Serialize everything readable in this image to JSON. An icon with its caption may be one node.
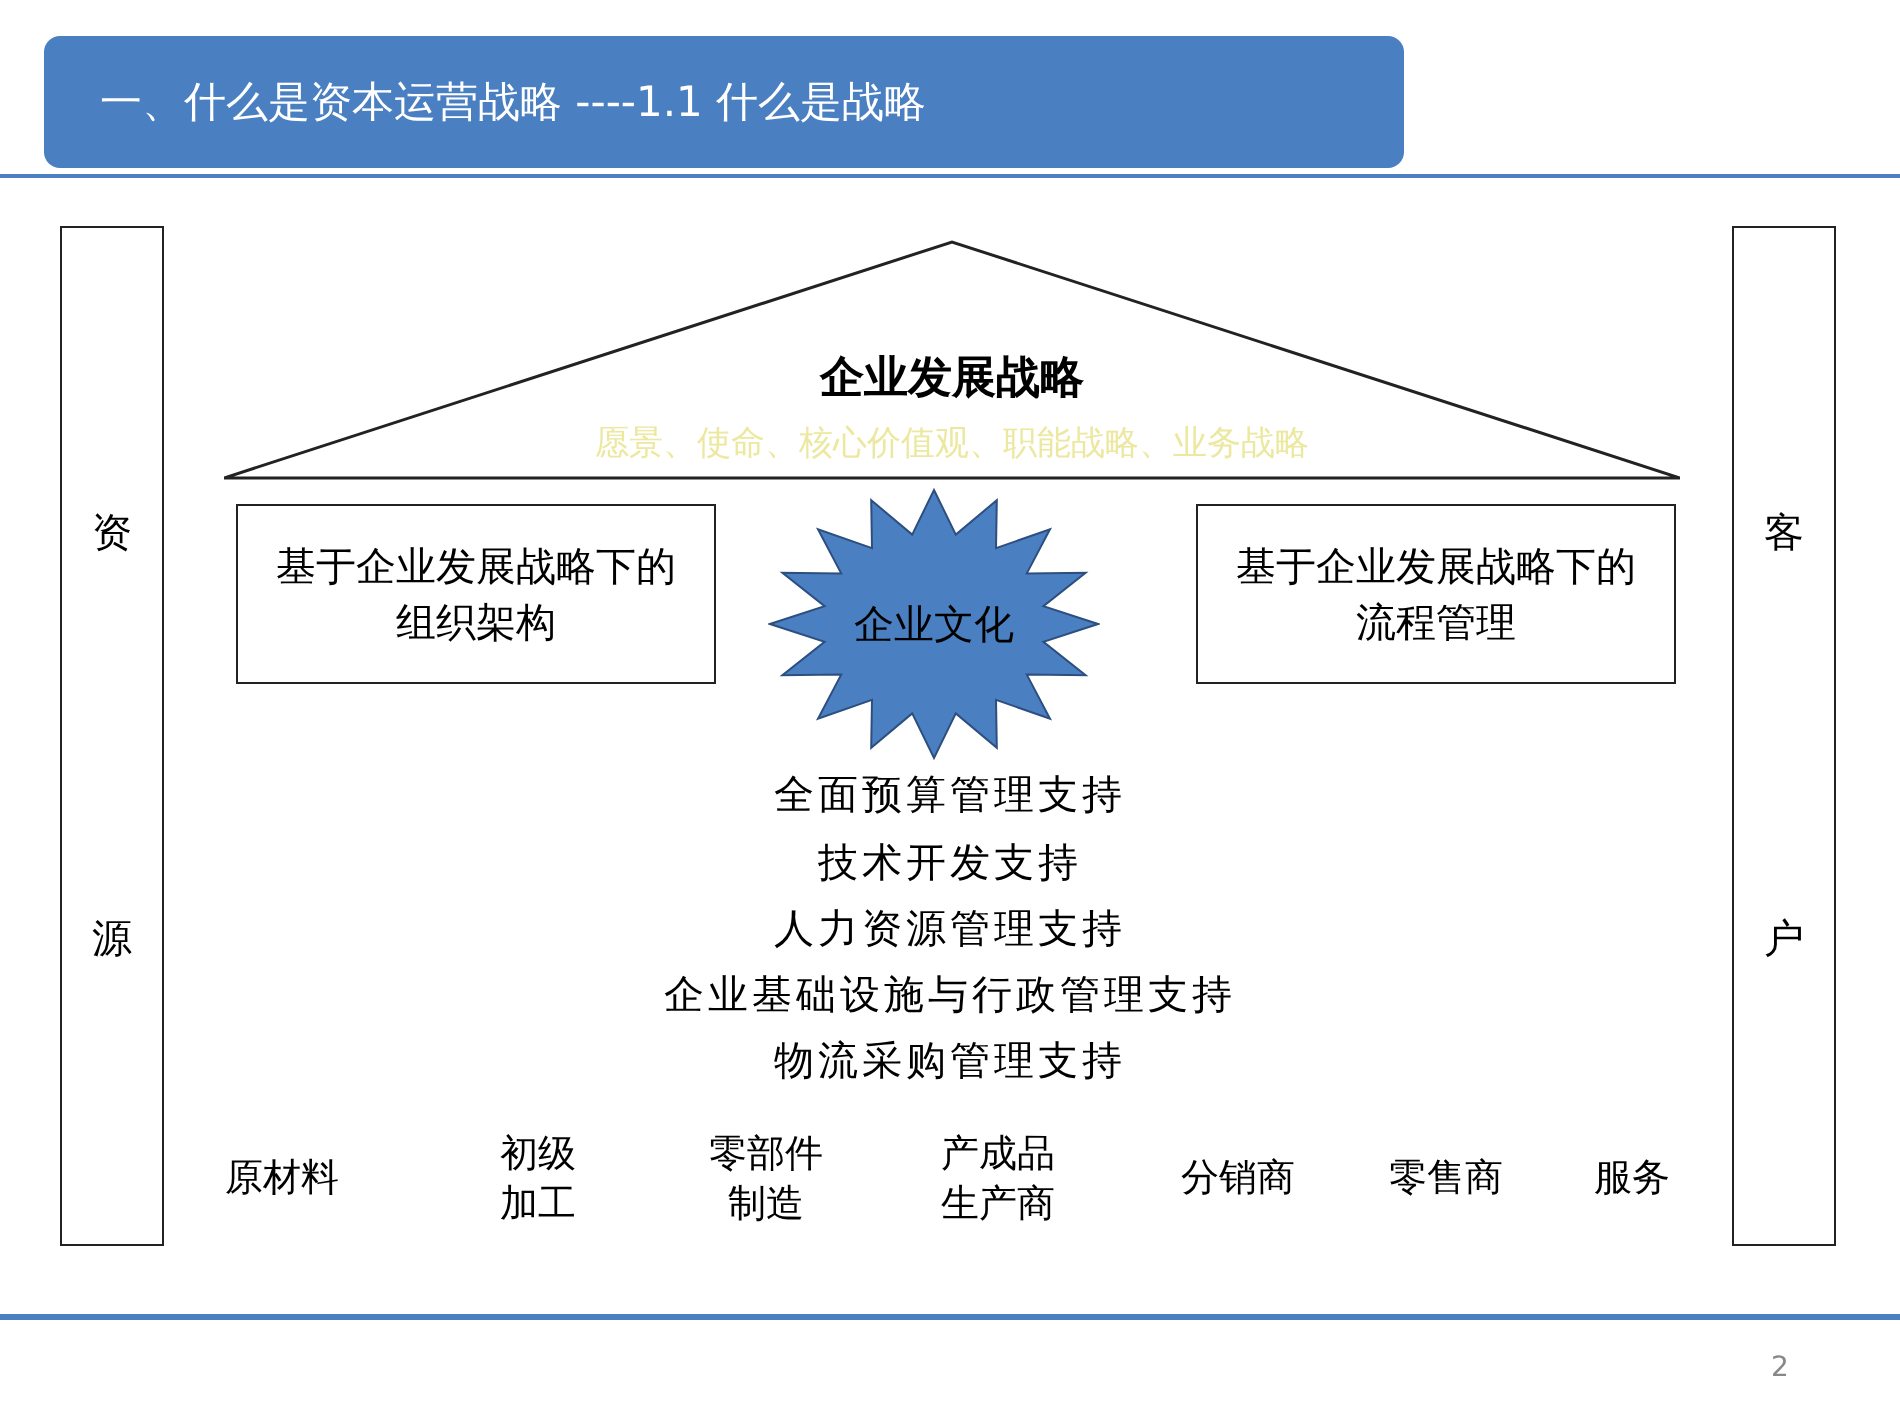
{
  "diagram": {
    "title": "一、什么是资本运营战略 ----1.1 什么是战略",
    "nodes": [
      {
        "text": [
          "资",
          "源"
        ]
      },
      {
        "text": [
          "客",
          "户"
        ]
      },
      {
        "text": [
          "企业发展战略",
          "愿景、使命、核心价值观、职能战略、业务战略"
        ]
      },
      {
        "text": [
          "基于企业发展战略下的组织架构"
        ]
      },
      {
        "text": [
          "企业文化"
        ]
      },
      {
        "text": [
          "基于企业发展战略下的流程管理"
        ]
      }
    ],
    "edges": [],
    "labels": [
      "全面预算管理支持",
      "技术开发支持",
      "人力资源管理支持",
      "企业基础设施与行政管理支持",
      "物流采购管理支持",
      "原材料",
      "初级加工",
      "零部件制造",
      "产成品生产商",
      "分销商",
      "零售商",
      "服务",
      "2"
    ]
  }
}
